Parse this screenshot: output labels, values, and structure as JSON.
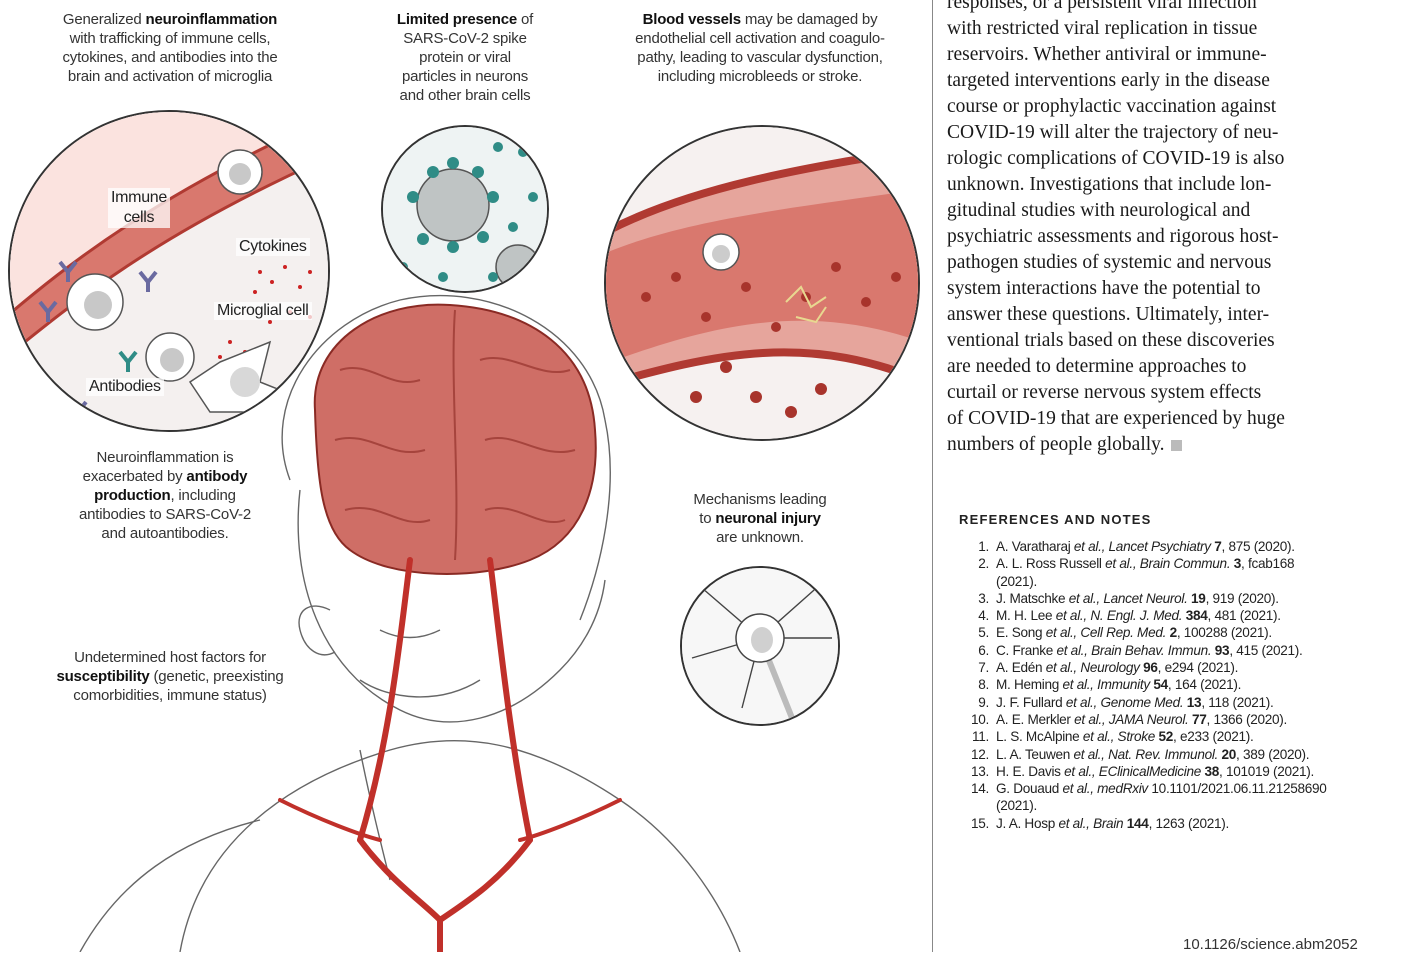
{
  "figure": {
    "neuroinflammation_caption": {
      "bold": "neuroinflammation",
      "pre": "Generalized ",
      "lines": [
        "with trafficking of immune cells,",
        "cytokines, and antibodies into the",
        "brain and activation of microglia"
      ]
    },
    "spike_caption": {
      "bold": "Limited presence",
      "post": " of",
      "lines": [
        "SARS-CoV-2 spike",
        "protein or viral",
        "particles in neurons",
        "and other brain cells"
      ]
    },
    "vessels_caption": {
      "bold": "Blood vessels",
      "post": " may be damaged by",
      "lines": [
        "endothelial cell activation and coagulo-",
        "pathy, leading to vascular dysfunction,",
        "including microbleeds or stroke."
      ]
    },
    "antibody_caption": {
      "l1": "Neuroinflammation is",
      "l2pre": "exacerbated by ",
      "bold1": "antibody",
      "bold2": "production",
      "l3post": ", including",
      "l4": "antibodies to SARS-CoV-2",
      "l5": "and autoantibodies."
    },
    "neuronal_caption": {
      "l1": "Mechanisms leading",
      "l2pre": "to ",
      "bold": "neuronal injury",
      "l3": "are unknown."
    },
    "susceptibility_caption": {
      "l1": "Undetermined host factors for",
      "bold": "susceptibility",
      "l2post": " (genetic, preexisting",
      "l3": "comorbidities, immune status)"
    },
    "labels": {
      "immune_cells_1": "Immune",
      "immune_cells_2": "cells",
      "cytokines": "Cytokines",
      "microglial_cell": "Microglial cell",
      "antibodies": "Antibodies"
    },
    "colors": {
      "vessel": "#d9786e",
      "vessel_dark": "#b03a32",
      "virus_teal": "#2f8c86",
      "brain": "#c95a52",
      "artery": "#c0302a"
    }
  },
  "article": {
    "lines": [
      "responses, or a persistent viral infection",
      "with restricted viral replication in tissue",
      "reservoirs. Whether antiviral or immune-",
      "targeted interventions early in the disease",
      "course or prophylactic vaccination against",
      "COVID-19 will alter the trajectory of neu-",
      "rologic complications of COVID-19 is also",
      "unknown. Investigations that include lon-",
      "gitudinal studies with neurological and",
      "psychiatric assessments and rigorous host-",
      "pathogen studies of systemic and nervous",
      "system interactions have the potential to",
      "answer these questions. Ultimately, inter-",
      "ventional trials based on these discoveries",
      "are needed to determine approaches to",
      "curtail or reverse nervous system effects",
      "of COVID-19 that are experienced by huge",
      "numbers of people globally."
    ]
  },
  "references": {
    "heading": "REFERENCES AND NOTES",
    "items": [
      {
        "num": "1.",
        "authors": "A. Varatharaj ",
        "etal": "et al.",
        "journal": ", Lancet Psychiatry ",
        "vol": "7",
        "rest": ", 875 (2020)."
      },
      {
        "num": "2.",
        "authors": "A. L. Ross Russell ",
        "etal": "et al.",
        "journal": ", Brain Commun. ",
        "vol": "3",
        "rest": ", fcab168"
      },
      {
        "num": "",
        "authors": "(2021).",
        "etal": "",
        "journal": "",
        "vol": "",
        "rest": ""
      },
      {
        "num": "3.",
        "authors": "J. Matschke ",
        "etal": "et al.",
        "journal": ", Lancet Neurol. ",
        "vol": "19",
        "rest": ", 919 (2020)."
      },
      {
        "num": "4.",
        "authors": "M. H. Lee ",
        "etal": "et al.",
        "journal": ", N. Engl. J. Med. ",
        "vol": "384",
        "rest": ", 481 (2021)."
      },
      {
        "num": "5.",
        "authors": "E. Song ",
        "etal": "et al.",
        "journal": ", Cell Rep. Med. ",
        "vol": "2",
        "rest": ", 100288 (2021)."
      },
      {
        "num": "6.",
        "authors": "C. Franke ",
        "etal": "et al.",
        "journal": ", Brain Behav. Immun. ",
        "vol": "93",
        "rest": ", 415 (2021)."
      },
      {
        "num": "7.",
        "authors": "A. Edén ",
        "etal": "et al.",
        "journal": ", Neurology ",
        "vol": "96",
        "rest": ", e294 (2021)."
      },
      {
        "num": "8.",
        "authors": "M. Heming ",
        "etal": "et al.",
        "journal": ", Immunity ",
        "vol": "54",
        "rest": ", 164 (2021)."
      },
      {
        "num": "9.",
        "authors": "J. F. Fullard ",
        "etal": "et al.",
        "journal": ", Genome Med. ",
        "vol": "13",
        "rest": ", 118 (2021)."
      },
      {
        "num": "10.",
        "authors": "A. E. Merkler ",
        "etal": "et al.",
        "journal": ", JAMA Neurol. ",
        "vol": "77",
        "rest": ", 1366 (2020)."
      },
      {
        "num": "11.",
        "authors": "L. S. McAlpine ",
        "etal": "et al.",
        "journal": ", Stroke ",
        "vol": "52",
        "rest": ", e233 (2021)."
      },
      {
        "num": "12.",
        "authors": "L. A. Teuwen ",
        "etal": "et al.",
        "journal": ", Nat. Rev. Immunol. ",
        "vol": "20",
        "rest": ", 389 (2020)."
      },
      {
        "num": "13.",
        "authors": "H. E. Davis ",
        "etal": "et al.",
        "journal": ", EClinicalMedicine ",
        "vol": "38",
        "rest": ", 101019 (2021)."
      },
      {
        "num": "14.",
        "authors": "G. Douaud ",
        "etal": "et al.",
        "journal": ", medRxiv ",
        "vol": "",
        "rest": "10.1101/2021.06.11.21258690"
      },
      {
        "num": "",
        "authors": "(2021).",
        "etal": "",
        "journal": "",
        "vol": "",
        "rest": ""
      },
      {
        "num": "15.",
        "authors": "J. A. Hosp ",
        "etal": "et al.",
        "journal": ", Brain ",
        "vol": "144",
        "rest": ", 1263 (2021)."
      }
    ]
  },
  "doi": "10.1126/science.abm2052"
}
